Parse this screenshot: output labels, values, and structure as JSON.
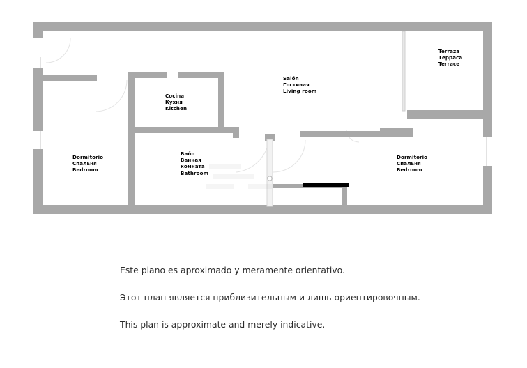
{
  "plan": {
    "colors": {
      "wall": "#a8a8a8",
      "wall_edge": "#9a9a9a",
      "glazing": "#d8d8d8",
      "door_arc": "#e2e2e2",
      "furniture_black": "#000000",
      "background": "#ffffff",
      "label_text": "#000000",
      "disclaimer_text": "#2b2b2b"
    },
    "rooms": [
      {
        "id": "kitchen",
        "names": [
          "Cocina",
          "Кухня",
          "Kitchen"
        ]
      },
      {
        "id": "living_room",
        "names": [
          "Salón",
          "Гостиная",
          "Living room"
        ]
      },
      {
        "id": "terrace",
        "names": [
          "Terraza",
          "Терраса",
          "Terrace"
        ]
      },
      {
        "id": "bedroom_left",
        "names": [
          "Dormitorio",
          "Спальня",
          "Bedroom"
        ]
      },
      {
        "id": "bathroom",
        "names": [
          "Baño",
          "Ванная",
          "комната",
          "Bathroom"
        ]
      },
      {
        "id": "bedroom_right",
        "names": [
          "Dormitorio",
          "Спальня",
          "Bedroom"
        ]
      }
    ]
  },
  "disclaimer": {
    "es": "Este plano es aproximado y meramente orientativo.",
    "ru": "Этот план является приблизительным и лишь ориентировочным.",
    "en": "This plan is approximate and merely indicative."
  }
}
